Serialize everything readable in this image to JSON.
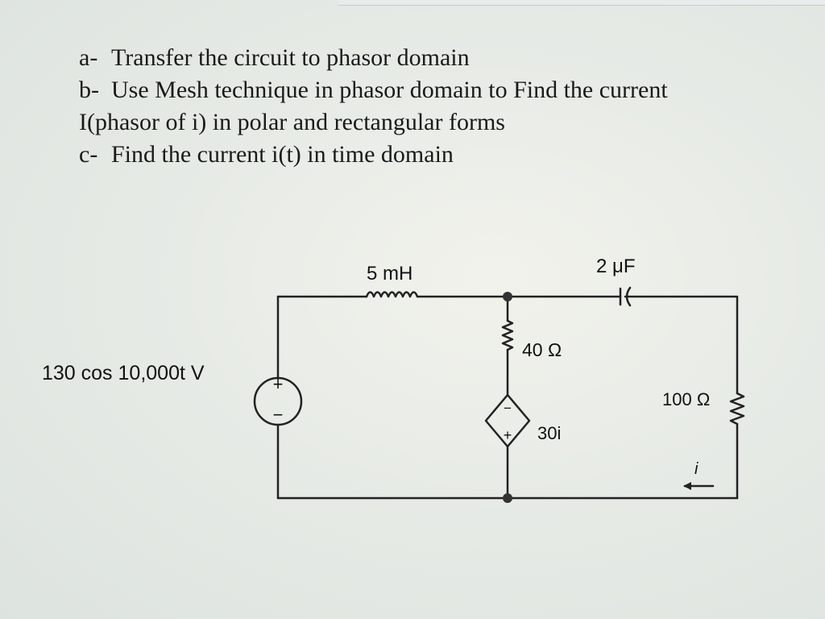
{
  "questions": [
    {
      "mark": "a-",
      "lines": [
        "Transfer the circuit to phasor domain"
      ]
    },
    {
      "mark": "b-",
      "lines": [
        "Use Mesh technique in phasor domain to Find the current",
        "I(phasor of i) in polar and rectangular forms"
      ]
    },
    {
      "mark": "c-",
      "lines": [
        "Find the current i(t) in time domain"
      ]
    }
  ],
  "circuit": {
    "inductor_label": "5 mH",
    "capacitor_label": "2 μF",
    "resistor_40_label": "40 Ω",
    "resistor_100_label": "100 Ω",
    "dependent_source_label": "30i",
    "source_label": "130 cos 10,000t V",
    "current_label": "i",
    "plus_sign": "+",
    "minus_sign": "−"
  },
  "colors": {
    "wire": "#222222",
    "text": "#1a1a1a"
  }
}
